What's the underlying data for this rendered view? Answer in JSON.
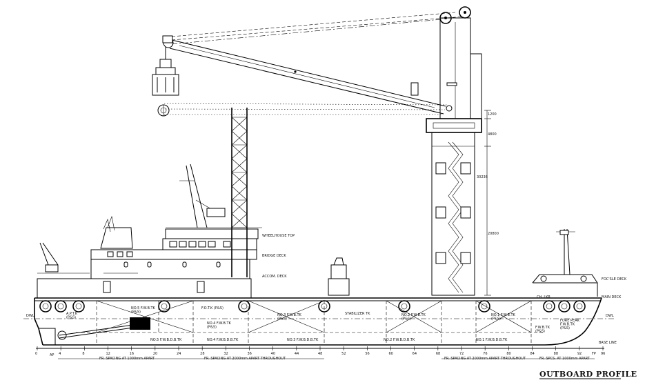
{
  "title": "OUTBOARD PROFILE",
  "deck_labels": {
    "wheelhouse_top": "WHEELHOUSE TOP",
    "bridge_deck": "BRIDGE DECK",
    "accom_deck": "ACCOM. DECK",
    "fcsle_deck": "FOC'SLE DECK",
    "main_deck": "MAIN DECK",
    "dwl_aft": "DWL",
    "dwl_fwd": "DWL",
    "base_line": "BASE LINE"
  },
  "perpendiculars": {
    "aft": "AP",
    "fwd": "FP"
  },
  "tanks": [
    {
      "name": "NO.5 F.W.B.TK\n(P&S)"
    },
    {
      "name": "NO.4 F.W.B.TK\n(P&S)"
    },
    {
      "name": "NO.3 F.W.B.TK\n(P&S)"
    },
    {
      "name": "NO.2 F.W.B.TK\n(P&S)"
    },
    {
      "name": "NO.1 F.W.B.TK\n(P&S)"
    },
    {
      "name": "F.O.T.K (P&S)"
    },
    {
      "name": "STABILIZER TK"
    },
    {
      "name": "FORE PEAK\nF.W.B.TK\n(P&S)"
    },
    {
      "name": "F.W.B.TK\n(P&S)"
    },
    {
      "name": "CH. LKR"
    },
    {
      "name": "A.P.T.K\n(P&S)"
    },
    {
      "name": "NO.5 F.W.B.D.B.TK"
    },
    {
      "name": "NO.4 F.W.B.D.B.TK"
    },
    {
      "name": "NO.3 F.W.B.D.B.TK"
    },
    {
      "name": "NO.2 F.W.B.D.B.TK"
    },
    {
      "name": "NO.1 F.W.B.D.B.TK"
    }
  ],
  "frame_numbers": [
    "0",
    "4",
    "8",
    "12",
    "16",
    "20",
    "24",
    "28",
    "32",
    "36",
    "40",
    "44",
    "48",
    "52",
    "56",
    "60",
    "64",
    "68",
    "72",
    "76",
    "80",
    "84",
    "88",
    "92",
    "96"
  ],
  "frame_spacing_notes": [
    "FR. SPACING AT 1000mm APART",
    "FR. SPACING AT 2000mm APART THROUGHOUT",
    "FR. SPACING AT 2000mm APART THROUGHOUT",
    "FR. SPCS. AT 1000mm APART"
  ],
  "tower_dimensions": [
    "1200",
    "4800",
    "30236",
    "20800"
  ]
}
